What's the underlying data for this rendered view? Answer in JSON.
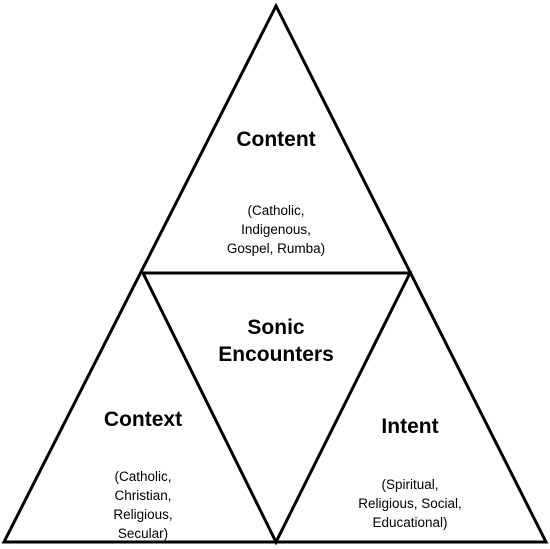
{
  "colors": {
    "stroke": "#000000",
    "fill": "#ffffff",
    "text": "#000000"
  },
  "top": {
    "title": "Content",
    "lines": [
      "(Catholic,",
      "Indigenous,",
      "Gospel, Rumba)"
    ]
  },
  "center": {
    "lines": [
      "Sonic",
      "Encounters"
    ]
  },
  "left": {
    "title": "Context",
    "lines": [
      "(Catholic,",
      "Christian,",
      "Religious,",
      "Secular)"
    ]
  },
  "right": {
    "title": "Intent",
    "lines": [
      "(Spiritual,",
      "Religious, Social,",
      "Educational)"
    ]
  }
}
